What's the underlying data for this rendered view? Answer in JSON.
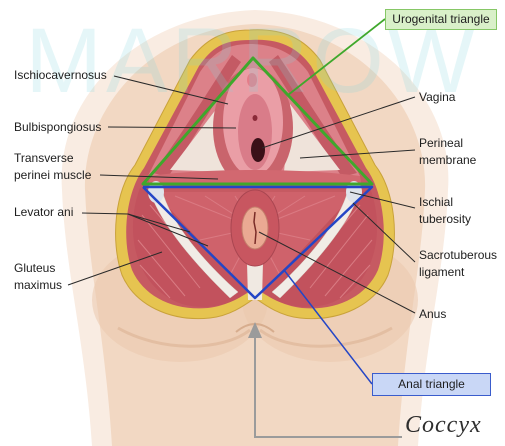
{
  "figure": {
    "watermark": "MARROW",
    "labels": {
      "ischiocavernosus": "Ischiocavernosus",
      "bulbispongiosus": "Bulbispongiosus",
      "transverse_perinei_line1": "Transverse",
      "transverse_perinei_line2": "perinei muscle",
      "levator_ani": "Levator ani",
      "gluteus_maximus_line1": "Gluteus",
      "gluteus_maximus_line2": "maximus",
      "vagina": "Vagina",
      "perineal_membrane_line1": "Perineal",
      "perineal_membrane_line2": "membrane",
      "ischial_tuberosity_line1": "Ischial",
      "ischial_tuberosity_line2": "tuberosity",
      "sacrotuberous_ligament_line1": "Sacrotuberous",
      "sacrotuberous_ligament_line2": "ligament",
      "anus": "Anus"
    },
    "callouts": {
      "urogenital_triangle": "Urogenital triangle",
      "anal_triangle": "Anal triangle",
      "coccyx_note": "Coccyx"
    },
    "colors": {
      "urogenital_triangle": "#3fa82c",
      "anal_triangle": "#2446c6",
      "pointer_arrow": "#9b9b9b"
    }
  }
}
